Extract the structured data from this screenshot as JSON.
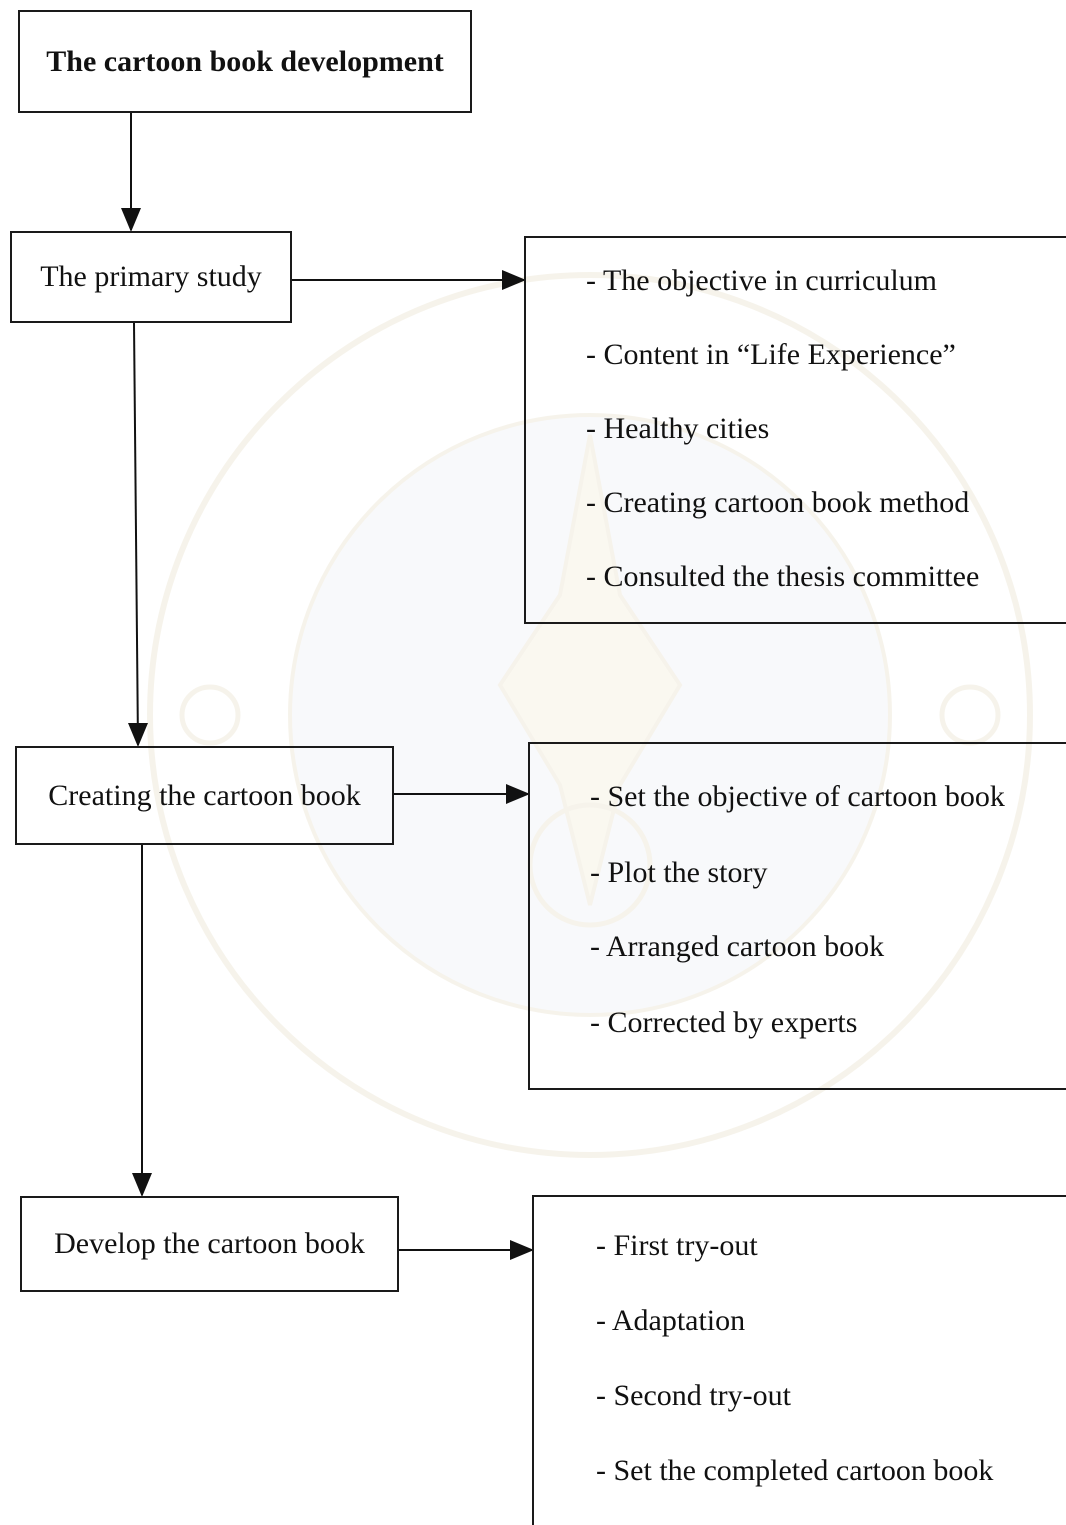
{
  "title": "The cartoon book development",
  "steps": [
    {
      "label": "The primary study",
      "details": [
        "- The objective in curriculum",
        "- Content in “Life Experience”",
        "- Healthy cities",
        "- Creating cartoon book method",
        "- Consulted the thesis committee"
      ]
    },
    {
      "label": "Creating the cartoon book",
      "details": [
        "- Set the objective of cartoon book",
        "- Plot the story",
        "- Arranged cartoon book",
        "- Corrected by experts"
      ]
    },
    {
      "label": "Develop the cartoon book",
      "details": [
        "- First try-out",
        "- Adaptation",
        "- Second try-out",
        "- Set the completed cartoon book"
      ]
    }
  ]
}
